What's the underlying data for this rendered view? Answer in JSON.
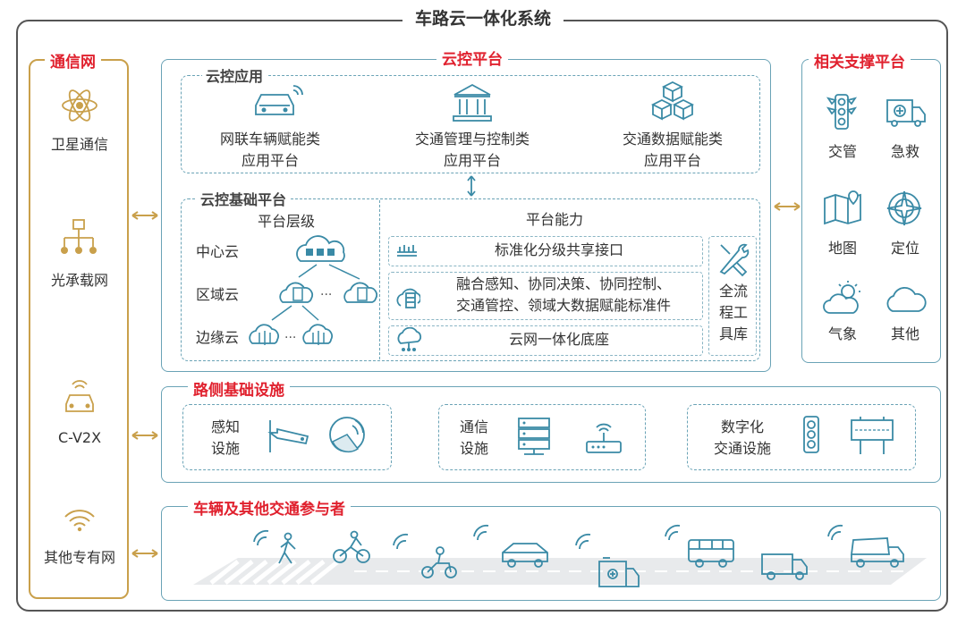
{
  "title": "车路云一体化系统",
  "comm_net": {
    "title": "通信网",
    "items": [
      {
        "label": "卫星通信",
        "icon": "satellite-icon"
      },
      {
        "label": "光承载网",
        "icon": "optical-network-icon"
      },
      {
        "label": "C-V2X",
        "icon": "car-wifi-icon"
      },
      {
        "label": "其他专有网",
        "icon": "wifi-icon"
      }
    ]
  },
  "cloud_platform": {
    "title": "云控平台",
    "apps": {
      "title": "云控应用",
      "items": [
        {
          "line1": "网联车辆赋能类",
          "line2": "应用平台",
          "icon": "connected-car-icon"
        },
        {
          "line1": "交通管理与控制类",
          "line2": "应用平台",
          "icon": "government-building-icon"
        },
        {
          "line1": "交通数据赋能类",
          "line2": "应用平台",
          "icon": "data-cubes-icon"
        }
      ]
    },
    "base": {
      "title": "云控基础平台",
      "levels_title": "平台层级",
      "levels": [
        "中心云",
        "区域云",
        "边缘云"
      ],
      "ellipsis": "···",
      "abilities_title": "平台能力",
      "abilities": [
        "标准化分级共享接口",
        "融合感知、协同决策、协同控制、",
        "交通管控、领域大数据赋能标准件",
        "云网一体化底座"
      ],
      "toolkit": [
        "全流",
        "程工",
        "具库"
      ]
    }
  },
  "support": {
    "title": "相关支撑平台",
    "items": [
      {
        "label": "交管",
        "icon": "traffic-light-icon"
      },
      {
        "label": "急救",
        "icon": "ambulance-icon"
      },
      {
        "label": "地图",
        "icon": "map-icon"
      },
      {
        "label": "定位",
        "icon": "compass-icon"
      },
      {
        "label": "气象",
        "icon": "weather-icon"
      },
      {
        "label": "其他",
        "icon": "cloud-icon"
      }
    ]
  },
  "roadside": {
    "title": "路侧基础设施",
    "groups": [
      {
        "line1": "感知",
        "line2": "设施"
      },
      {
        "line1": "通信",
        "line2": "设施"
      },
      {
        "line1": "数字化",
        "line2": "交通设施"
      }
    ]
  },
  "vehicles": {
    "title": "车辆及其他交通参与者"
  }
}
